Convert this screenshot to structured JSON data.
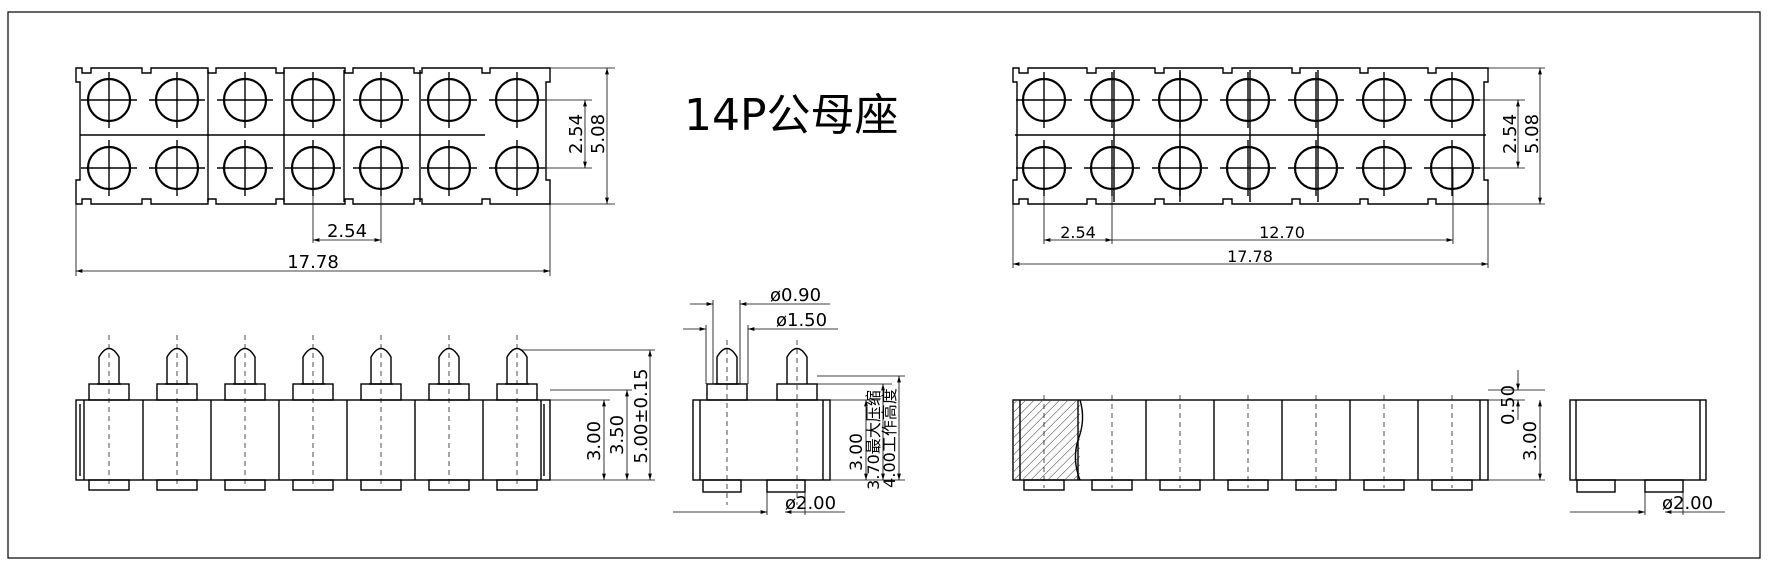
{
  "title": "14P公母座",
  "views": {
    "top_left": {
      "dim_pitch_v": "2.54",
      "dim_height": "5.08",
      "dim_pitch_h": "2.54",
      "dim_total": "17.78"
    },
    "top_right": {
      "dim_pitch_v": "2.54",
      "dim_height": "5.08",
      "dim_pitch_h": "2.54",
      "dim_span": "12.70",
      "dim_total": "17.78"
    },
    "side_left": {
      "dim_body": "3.00",
      "dim_mid": "3.50",
      "dim_total": "5.00±0.15"
    },
    "side_mid": {
      "dim_pin_dia": "ø0.90",
      "dim_sleeve_dia": "ø1.50",
      "dim_body": "3.00",
      "dim_max_comp": "3.70最大压缩",
      "dim_work": "4.00工作高度",
      "dim_base_dia": "ø2.00"
    },
    "side_right": {
      "dim_top": "0.50",
      "dim_body": "3.00"
    },
    "end_right": {
      "dim_base_dia": "ø2.00"
    }
  }
}
